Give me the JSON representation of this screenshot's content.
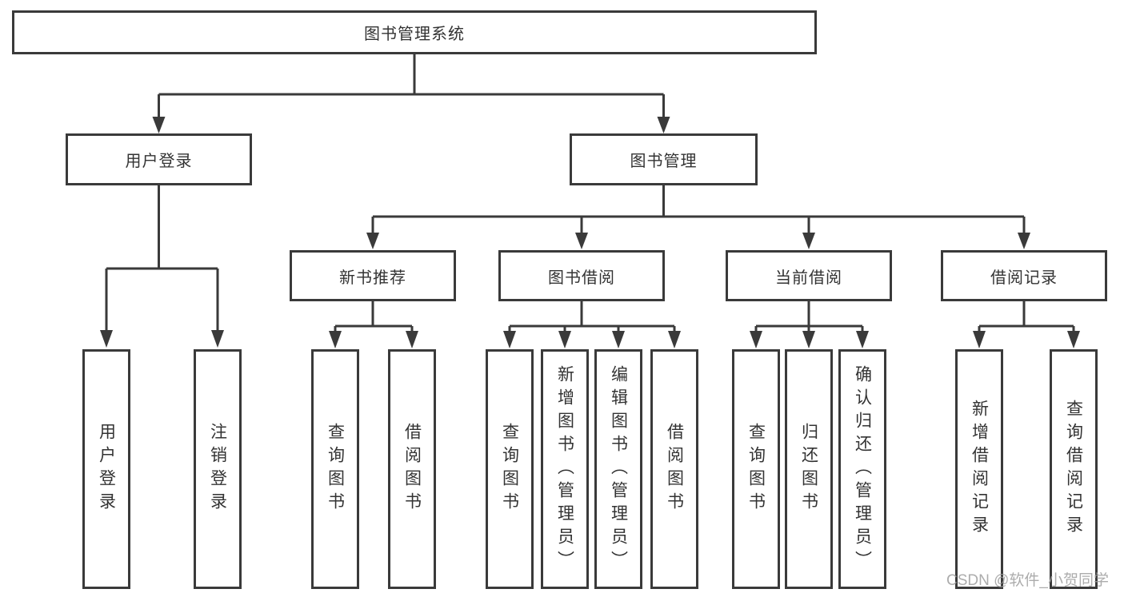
{
  "diagram": {
    "title": "图书管理系统",
    "level2": {
      "user_login": "用户登录",
      "book_management": "图书管理"
    },
    "level3": {
      "new_books": "新书推荐",
      "borrowing": "图书借阅",
      "current": "当前借阅",
      "records": "借阅记录"
    },
    "leaves": {
      "login": "用户登录",
      "logout": "注销登录",
      "nb_query": "查询图书",
      "nb_borrow": "借阅图书",
      "bw_query": "查询图书",
      "bw_add": "新增图书（管理员）",
      "bw_edit": "编辑图书（管理员）",
      "bw_borrow": "借阅图书",
      "cur_query": "查询图书",
      "cur_return": "归还图书",
      "cur_confirm": "确认归还（管理员）",
      "rec_add": "新增借阅记录",
      "rec_query": "查询借阅记录"
    }
  },
  "watermark": "CSDN @软件_小贺同学",
  "colors": {
    "background": "#ffffff",
    "line": "#3a3a3a",
    "text": "#333333",
    "watermark": "#9e9e9e"
  }
}
